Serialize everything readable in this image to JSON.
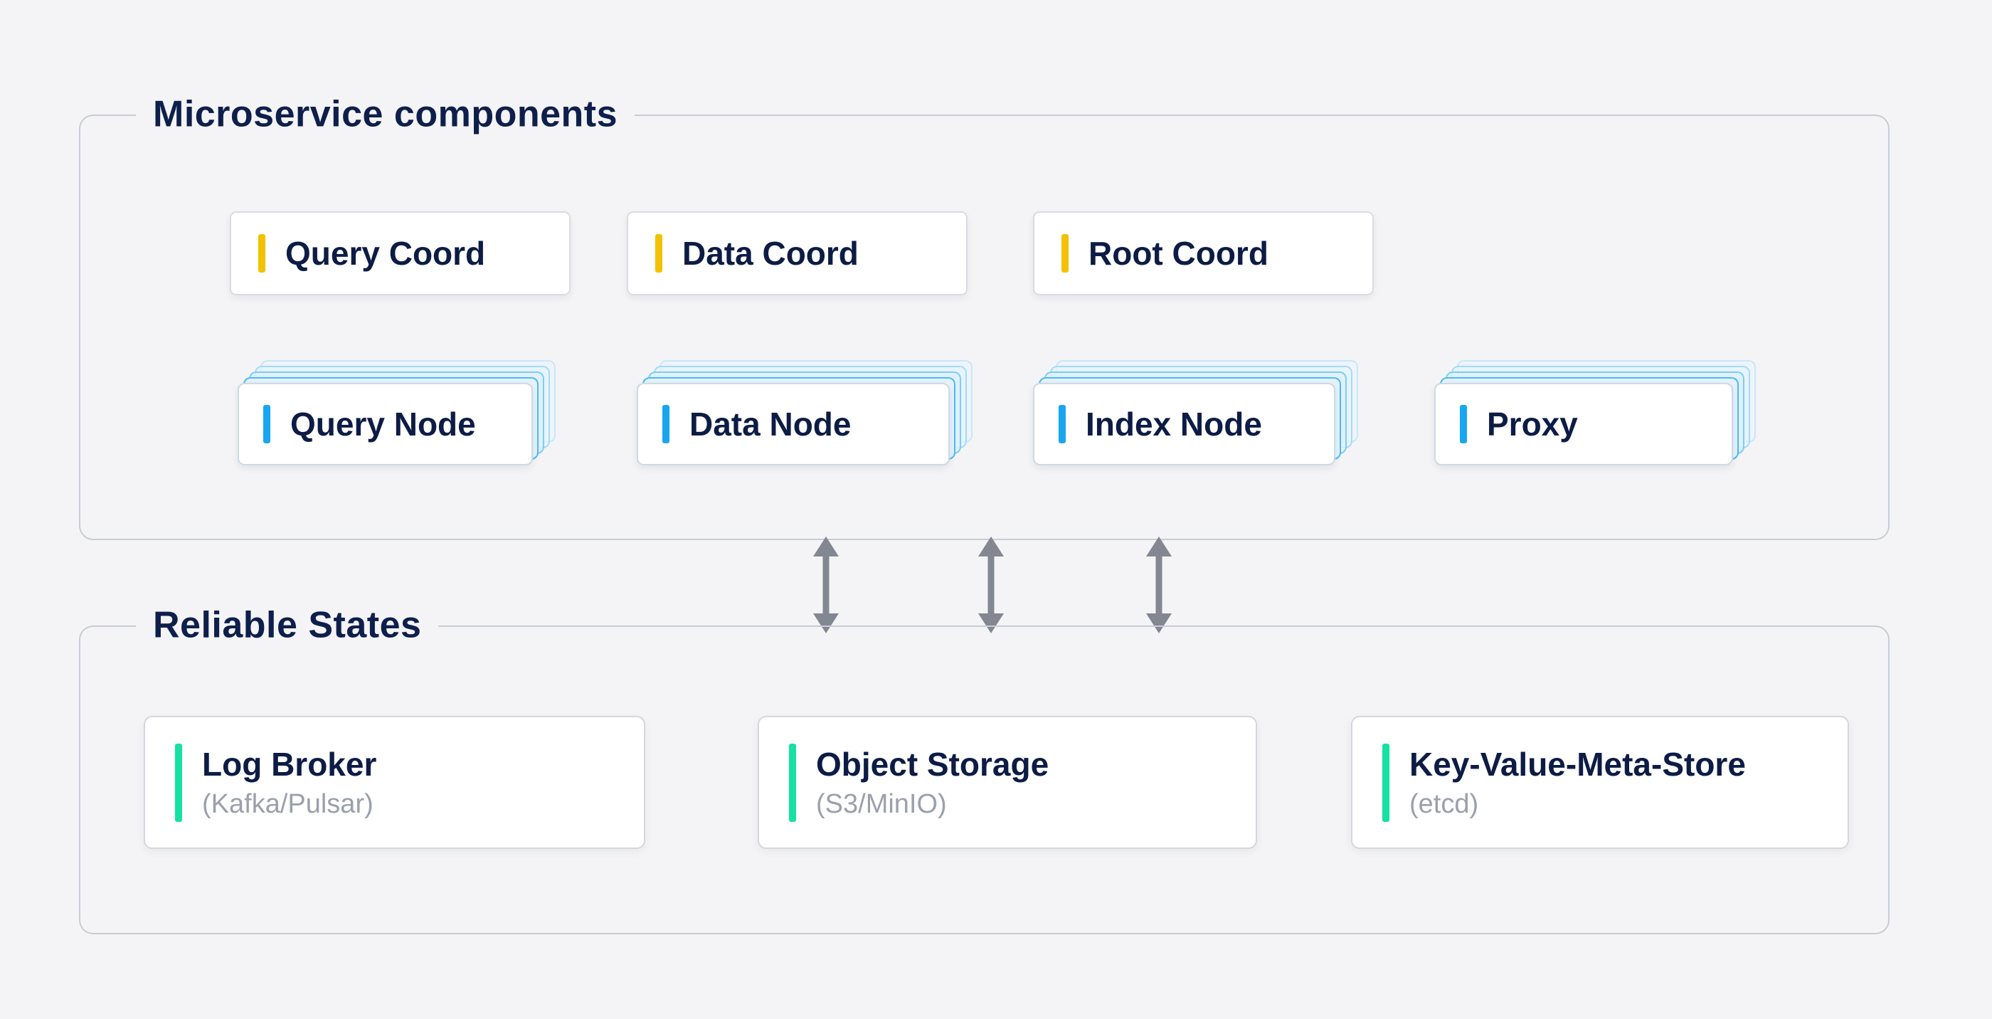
{
  "microservices": {
    "title": "Microservice components",
    "coords": [
      {
        "label": "Query Coord"
      },
      {
        "label": "Data Coord"
      },
      {
        "label": "Root Coord"
      }
    ],
    "nodes": [
      {
        "label": "Query Node"
      },
      {
        "label": "Data Node"
      },
      {
        "label": "Index Node"
      },
      {
        "label": "Proxy"
      }
    ]
  },
  "reliable_states": {
    "title": "Reliable States",
    "cards": [
      {
        "label": "Log Broker",
        "sublabel": "(Kafka/Pulsar)"
      },
      {
        "label": "Object Storage",
        "sublabel": "(S3/MinIO)"
      },
      {
        "label": "Key-Value-Meta-Store",
        "sublabel": "(etcd)"
      }
    ]
  },
  "colors": {
    "background": "#f4f4f6",
    "coord_accent": "#f2c200",
    "node_accent": "#19a6f1",
    "state_accent": "#15e2a2",
    "arrow": "#828792",
    "title_text": "#0f1f4b"
  }
}
